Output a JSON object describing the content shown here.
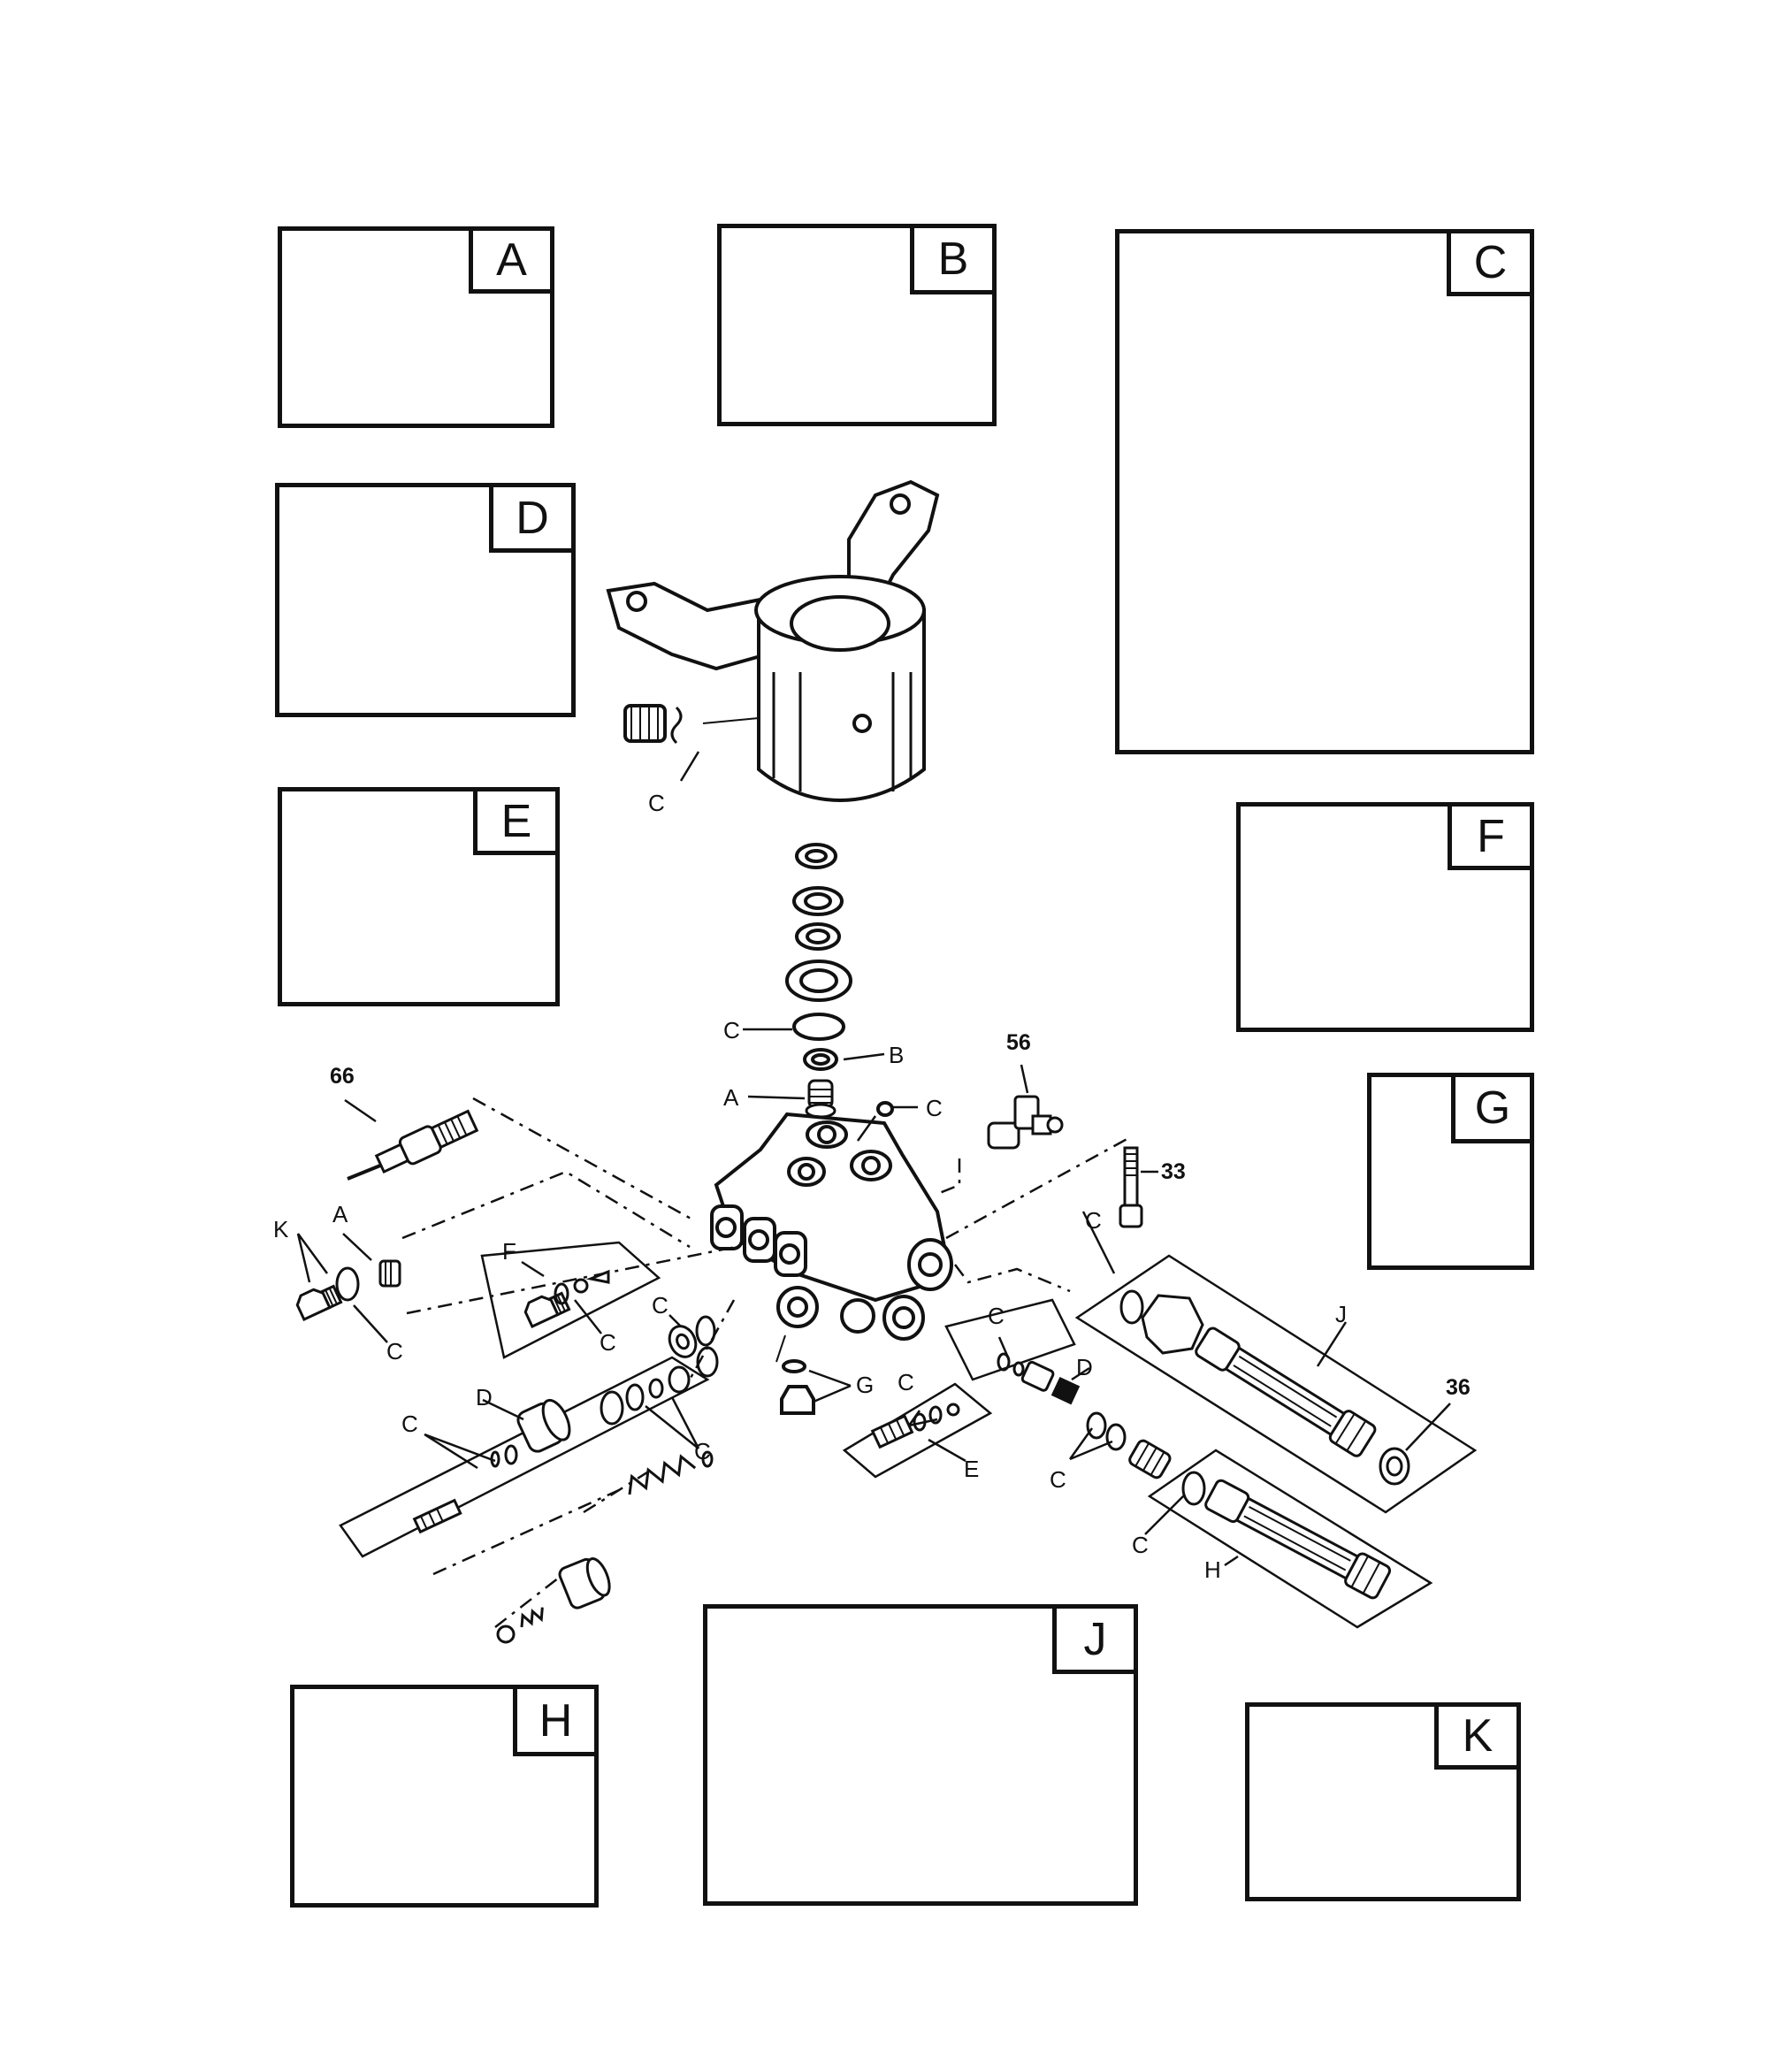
{
  "kits": [
    {
      "letter": "A"
    },
    {
      "letter": "B"
    },
    {
      "letter": "C"
    },
    {
      "letter": "D"
    },
    {
      "letter": "E"
    },
    {
      "letter": "F"
    },
    {
      "letter": "G"
    },
    {
      "letter": "H"
    },
    {
      "letter": "J"
    },
    {
      "letter": "K"
    }
  ],
  "callouts": {
    "c_housing": "C",
    "c_stack": "C",
    "b_stack": "B",
    "a_stack": "A",
    "c_top": "C",
    "num_66": "66",
    "num_56": "56",
    "num_33": "33",
    "num_36": "36",
    "k": "K",
    "a_left": "A",
    "c_left": "C",
    "f_mid": "F",
    "c_f": "C",
    "c_upper": "C",
    "d_left": "D",
    "c_dl1": "C",
    "c_dl2": "C",
    "g_mid": "G",
    "c_e": "C",
    "e_mid": "E",
    "c_d": "C",
    "d_right": "D",
    "c_j": "C",
    "j_mid": "J",
    "c_h1": "C",
    "c_h2": "C",
    "h_mid": "H"
  }
}
